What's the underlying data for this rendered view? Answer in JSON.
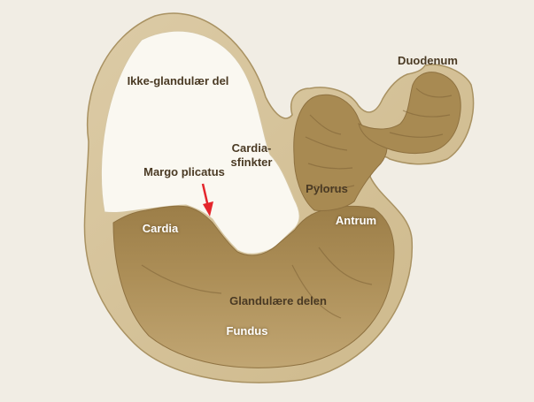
{
  "labels": {
    "non_glandular": "Ikke-glandulær del",
    "cardia_sphincter_line1": "Cardia-",
    "cardia_sphincter_line2": "sfinkter",
    "margo_plicatus": "Margo plicatus",
    "cardia": "Cardia",
    "pylorus": "Pylorus",
    "antrum": "Antrum",
    "duodenum": "Duodenum",
    "glandular": "Glandulære delen",
    "fundus": "Fundus"
  },
  "colors": {
    "background": "#f1ede4",
    "wall": "#d6c49c",
    "wall_outline": "#a99262",
    "non_glandular_lining": "#faf8f1",
    "glandular_lining": "#a88a52",
    "glandular_lining_dark": "#8e7140",
    "arrow": "#e4262c",
    "text_dark": "#4a3a24",
    "text_light": "#ffffff"
  }
}
